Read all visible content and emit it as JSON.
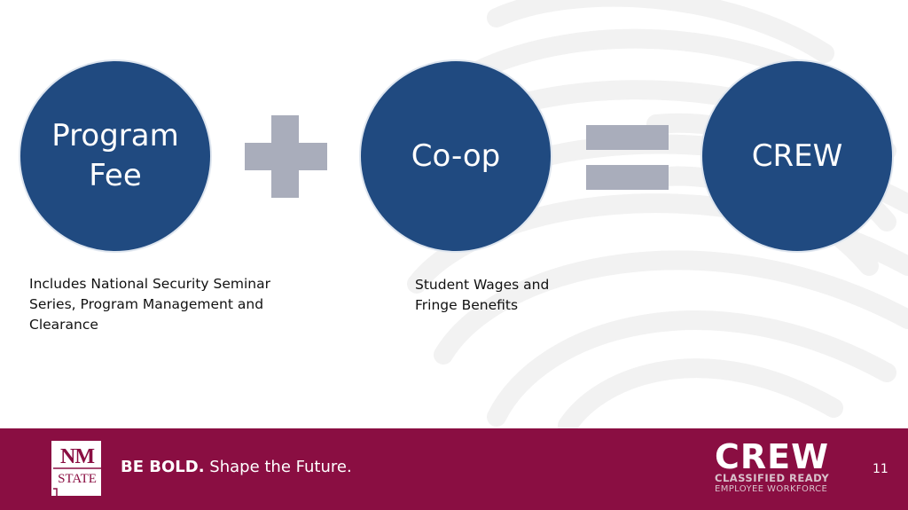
{
  "slide": {
    "circles": [
      {
        "label": "Program Fee"
      },
      {
        "label": "Co-op"
      },
      {
        "label": "CREW"
      }
    ],
    "captions": [
      "Includes National Security Seminar Series, Program Management and Clearance",
      "Student Wages and Fringe Benefits"
    ],
    "operators": [
      "plus",
      "equals"
    ],
    "colors": {
      "circle_fill": "#204a80",
      "operator": "#a9adbb",
      "footer": "#8a0e42"
    }
  },
  "footer": {
    "university_logo": {
      "top": "NM",
      "bottom": "STATE"
    },
    "tagline_bold": "BE BOLD.",
    "tagline_rest": " Shape the Future.",
    "crew_logo": {
      "word": "CREW",
      "line1": "CLASSIFIED READY",
      "line2": "EMPLOYEE WORKFORCE"
    },
    "page_number": "11"
  }
}
